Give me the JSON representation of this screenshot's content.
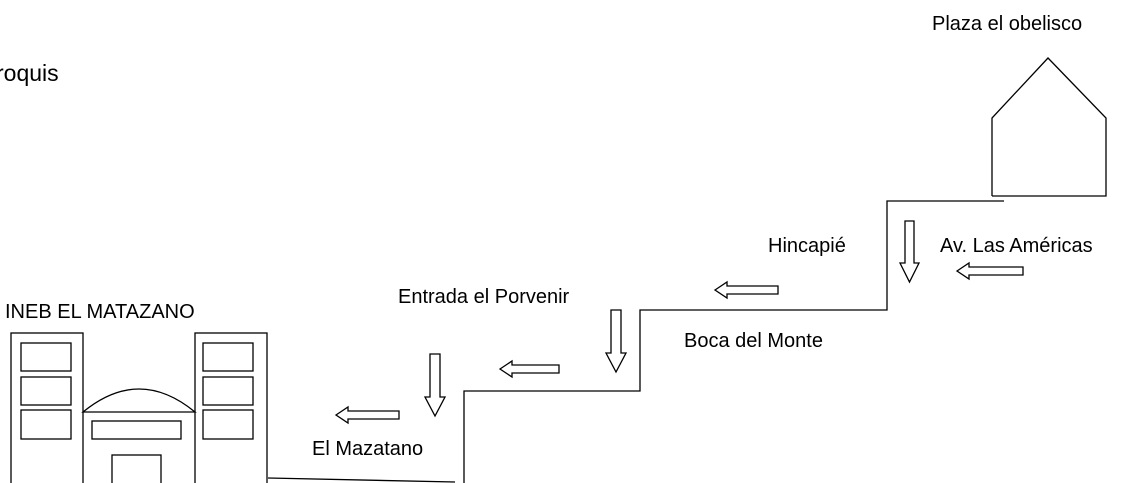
{
  "sketch": {
    "title": "roquis",
    "destination_label": "Plaza el obelisco",
    "origin_label": "INEB EL MATAZANO"
  },
  "streets": [
    {
      "id": "hincapie",
      "label": "Hincapié"
    },
    {
      "id": "americas",
      "label": "Av. Las Américas"
    },
    {
      "id": "entrada",
      "label": "Entrada el Porvenir"
    },
    {
      "id": "boca",
      "label": "Boca del Monte"
    },
    {
      "id": "mazatano",
      "label": "El Mazatano"
    }
  ],
  "colors": {
    "stroke": "#000000",
    "background": "#ffffff"
  }
}
